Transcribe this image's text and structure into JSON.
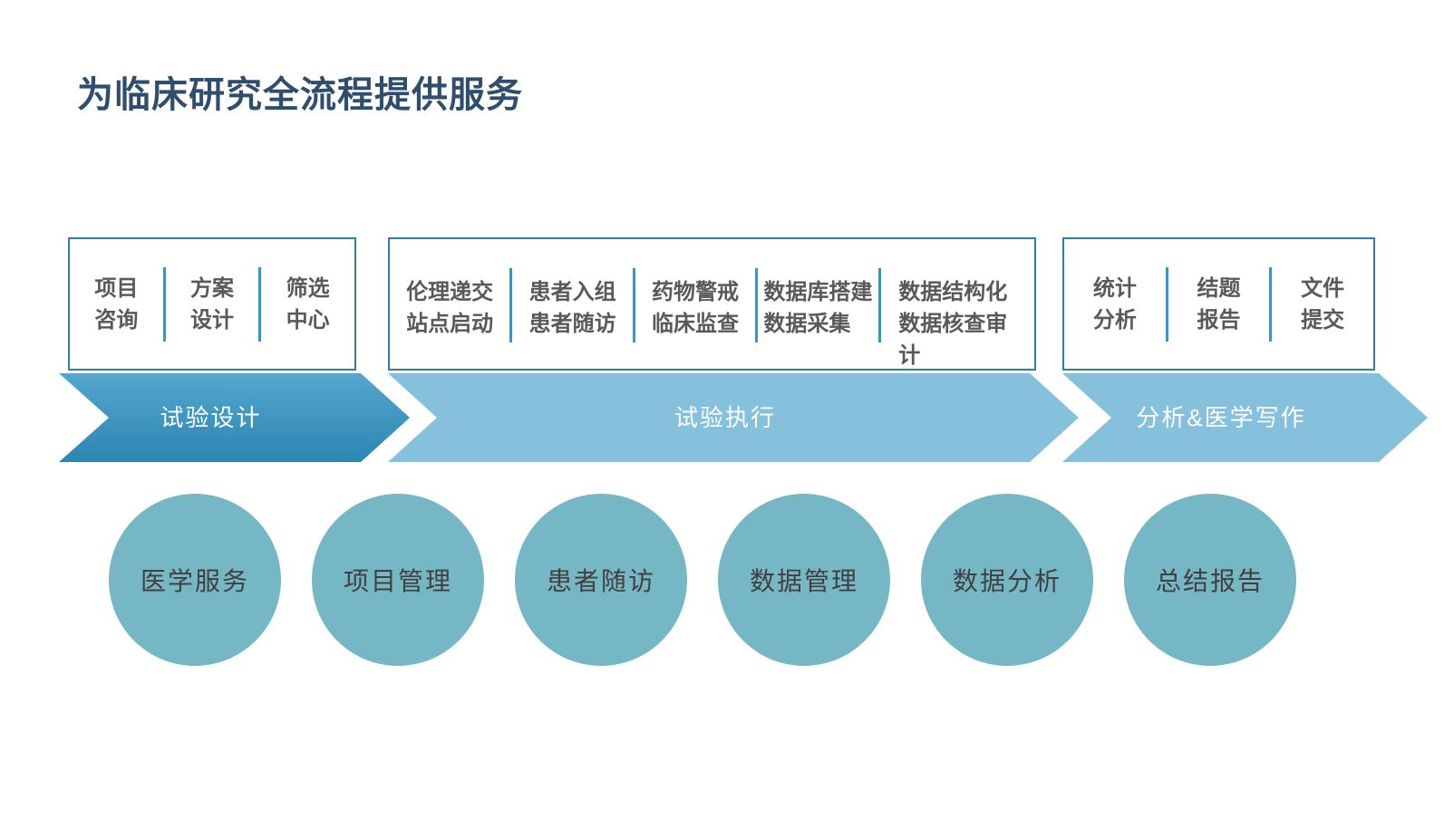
{
  "title": "为临床研究全流程提供服务",
  "colors": {
    "title_text": "#2f4e6e",
    "box_border": "#2e7fa0",
    "box_divider": "#3399c4",
    "box_text": "#595959",
    "arrow1_gradient_top": "#55a7cd",
    "arrow1_gradient_bottom": "#2b86b3",
    "arrow_light_blue": "#85c1dc",
    "arrow_text": "#ffffff",
    "circle_fill": "#76b7c5",
    "circle_text": "#404040"
  },
  "stages": [
    {
      "label": "试验设计",
      "items": [
        {
          "label": "项目\n咨询"
        },
        {
          "label": "方案\n设计"
        },
        {
          "label": "筛选\n中心"
        }
      ]
    },
    {
      "label": "试验执行",
      "items": [
        {
          "label": "伦理递交\n站点启动"
        },
        {
          "label": "患者入组\n患者随访"
        },
        {
          "label": "药物警戒\n临床监查"
        },
        {
          "label": "数据库搭建\n数据采集"
        },
        {
          "label": "数据结构化\n数据核查审计"
        }
      ]
    },
    {
      "label": "分析&医学写作",
      "items": [
        {
          "label": "统计\n分析"
        },
        {
          "label": "结题\n报告"
        },
        {
          "label": "文件\n提交"
        }
      ]
    }
  ],
  "services": [
    {
      "label": "医学服务"
    },
    {
      "label": "项目管理"
    },
    {
      "label": "患者随访"
    },
    {
      "label": "数据管理"
    },
    {
      "label": "数据分析"
    },
    {
      "label": "总结报告"
    }
  ]
}
